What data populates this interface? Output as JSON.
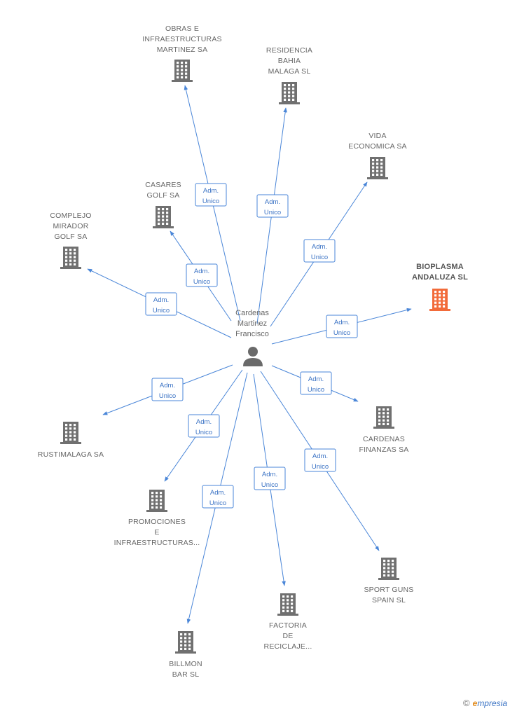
{
  "colors": {
    "edge": "#4a86d8",
    "edge_text": "#3a72c4",
    "building": "#707070",
    "building_highlight": "#f26b3a",
    "person": "#6a6a6a"
  },
  "center": {
    "label_lines": [
      "Cardenas",
      "Martinez",
      "Francisco"
    ],
    "icon": "person-icon"
  },
  "edge_label_lines": [
    "Adm.",
    "Unico"
  ],
  "companies": [
    {
      "id": "obras",
      "lines": [
        "OBRAS E",
        "INFRAESTRUCTURAS",
        "MARTINEZ SA"
      ],
      "highlight": false,
      "icon": "building-icon"
    },
    {
      "id": "residencia",
      "lines": [
        "RESIDENCIA",
        "BAHIA",
        "MALAGA SL"
      ],
      "highlight": false,
      "icon": "building-icon"
    },
    {
      "id": "vida",
      "lines": [
        "VIDA",
        "ECONOMICA SA"
      ],
      "highlight": false,
      "icon": "building-icon"
    },
    {
      "id": "casares",
      "lines": [
        "CASARES",
        "GOLF SA"
      ],
      "highlight": false,
      "icon": "building-icon"
    },
    {
      "id": "complejo",
      "lines": [
        "COMPLEJO",
        "MIRADOR",
        "GOLF SA"
      ],
      "highlight": false,
      "icon": "building-icon"
    },
    {
      "id": "bioplasma",
      "lines": [
        "BIOPLASMA",
        "ANDALUZA SL"
      ],
      "highlight": true,
      "icon": "building-icon"
    },
    {
      "id": "rustimalaga",
      "lines": [
        "RUSTIMALAGA SA"
      ],
      "highlight": false,
      "icon": "building-icon"
    },
    {
      "id": "cardenas_finanzas",
      "lines": [
        "CARDENAS",
        "FINANZAS SA"
      ],
      "highlight": false,
      "icon": "building-icon"
    },
    {
      "id": "promociones",
      "lines": [
        "PROMOCIONES",
        "E",
        "INFRAESTRUCTURAS..."
      ],
      "highlight": false,
      "icon": "building-icon"
    },
    {
      "id": "sport",
      "lines": [
        "SPORT GUNS",
        "SPAIN SL"
      ],
      "highlight": false,
      "icon": "building-icon"
    },
    {
      "id": "factoria",
      "lines": [
        "FACTORIA",
        "DE",
        "RECICLAJE..."
      ],
      "highlight": false,
      "icon": "building-icon"
    },
    {
      "id": "billmon",
      "lines": [
        "BILLMON",
        "BAR SL"
      ],
      "highlight": false,
      "icon": "building-icon"
    }
  ],
  "footer": {
    "copyright": "©",
    "brand_first": "e",
    "brand_rest": "mpresia"
  }
}
